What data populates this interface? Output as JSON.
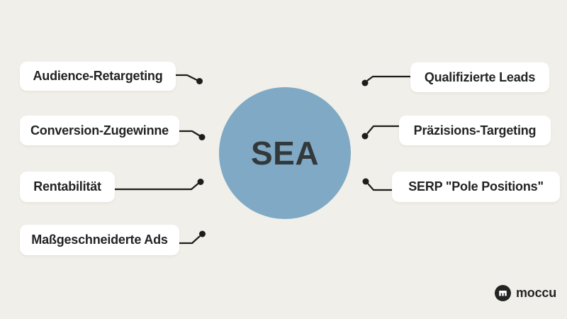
{
  "colors": {
    "background": "#F0EFE9",
    "card_bg": "#FFFFFF",
    "node_fill": "#7FA9C4",
    "center_text": "#33383A",
    "label_text": "#232323",
    "line": "#1D1D1B",
    "logo": "#242424"
  },
  "diagram": {
    "center_label": "SEA",
    "left_items": [
      {
        "label": "Audience-Retargeting"
      },
      {
        "label": "Conversion-Zugewinne"
      },
      {
        "label": "Rentabilität"
      },
      {
        "label": "Maßgeschneiderte Ads"
      }
    ],
    "right_items": [
      {
        "label": "Qualifizierte Leads"
      },
      {
        "label": "Präzisions-Targeting"
      },
      {
        "label": "SERP \"Pole Positions\""
      }
    ]
  },
  "footer": {
    "logo_text": "moccu",
    "logo_icon": "moccu-m-icon"
  }
}
